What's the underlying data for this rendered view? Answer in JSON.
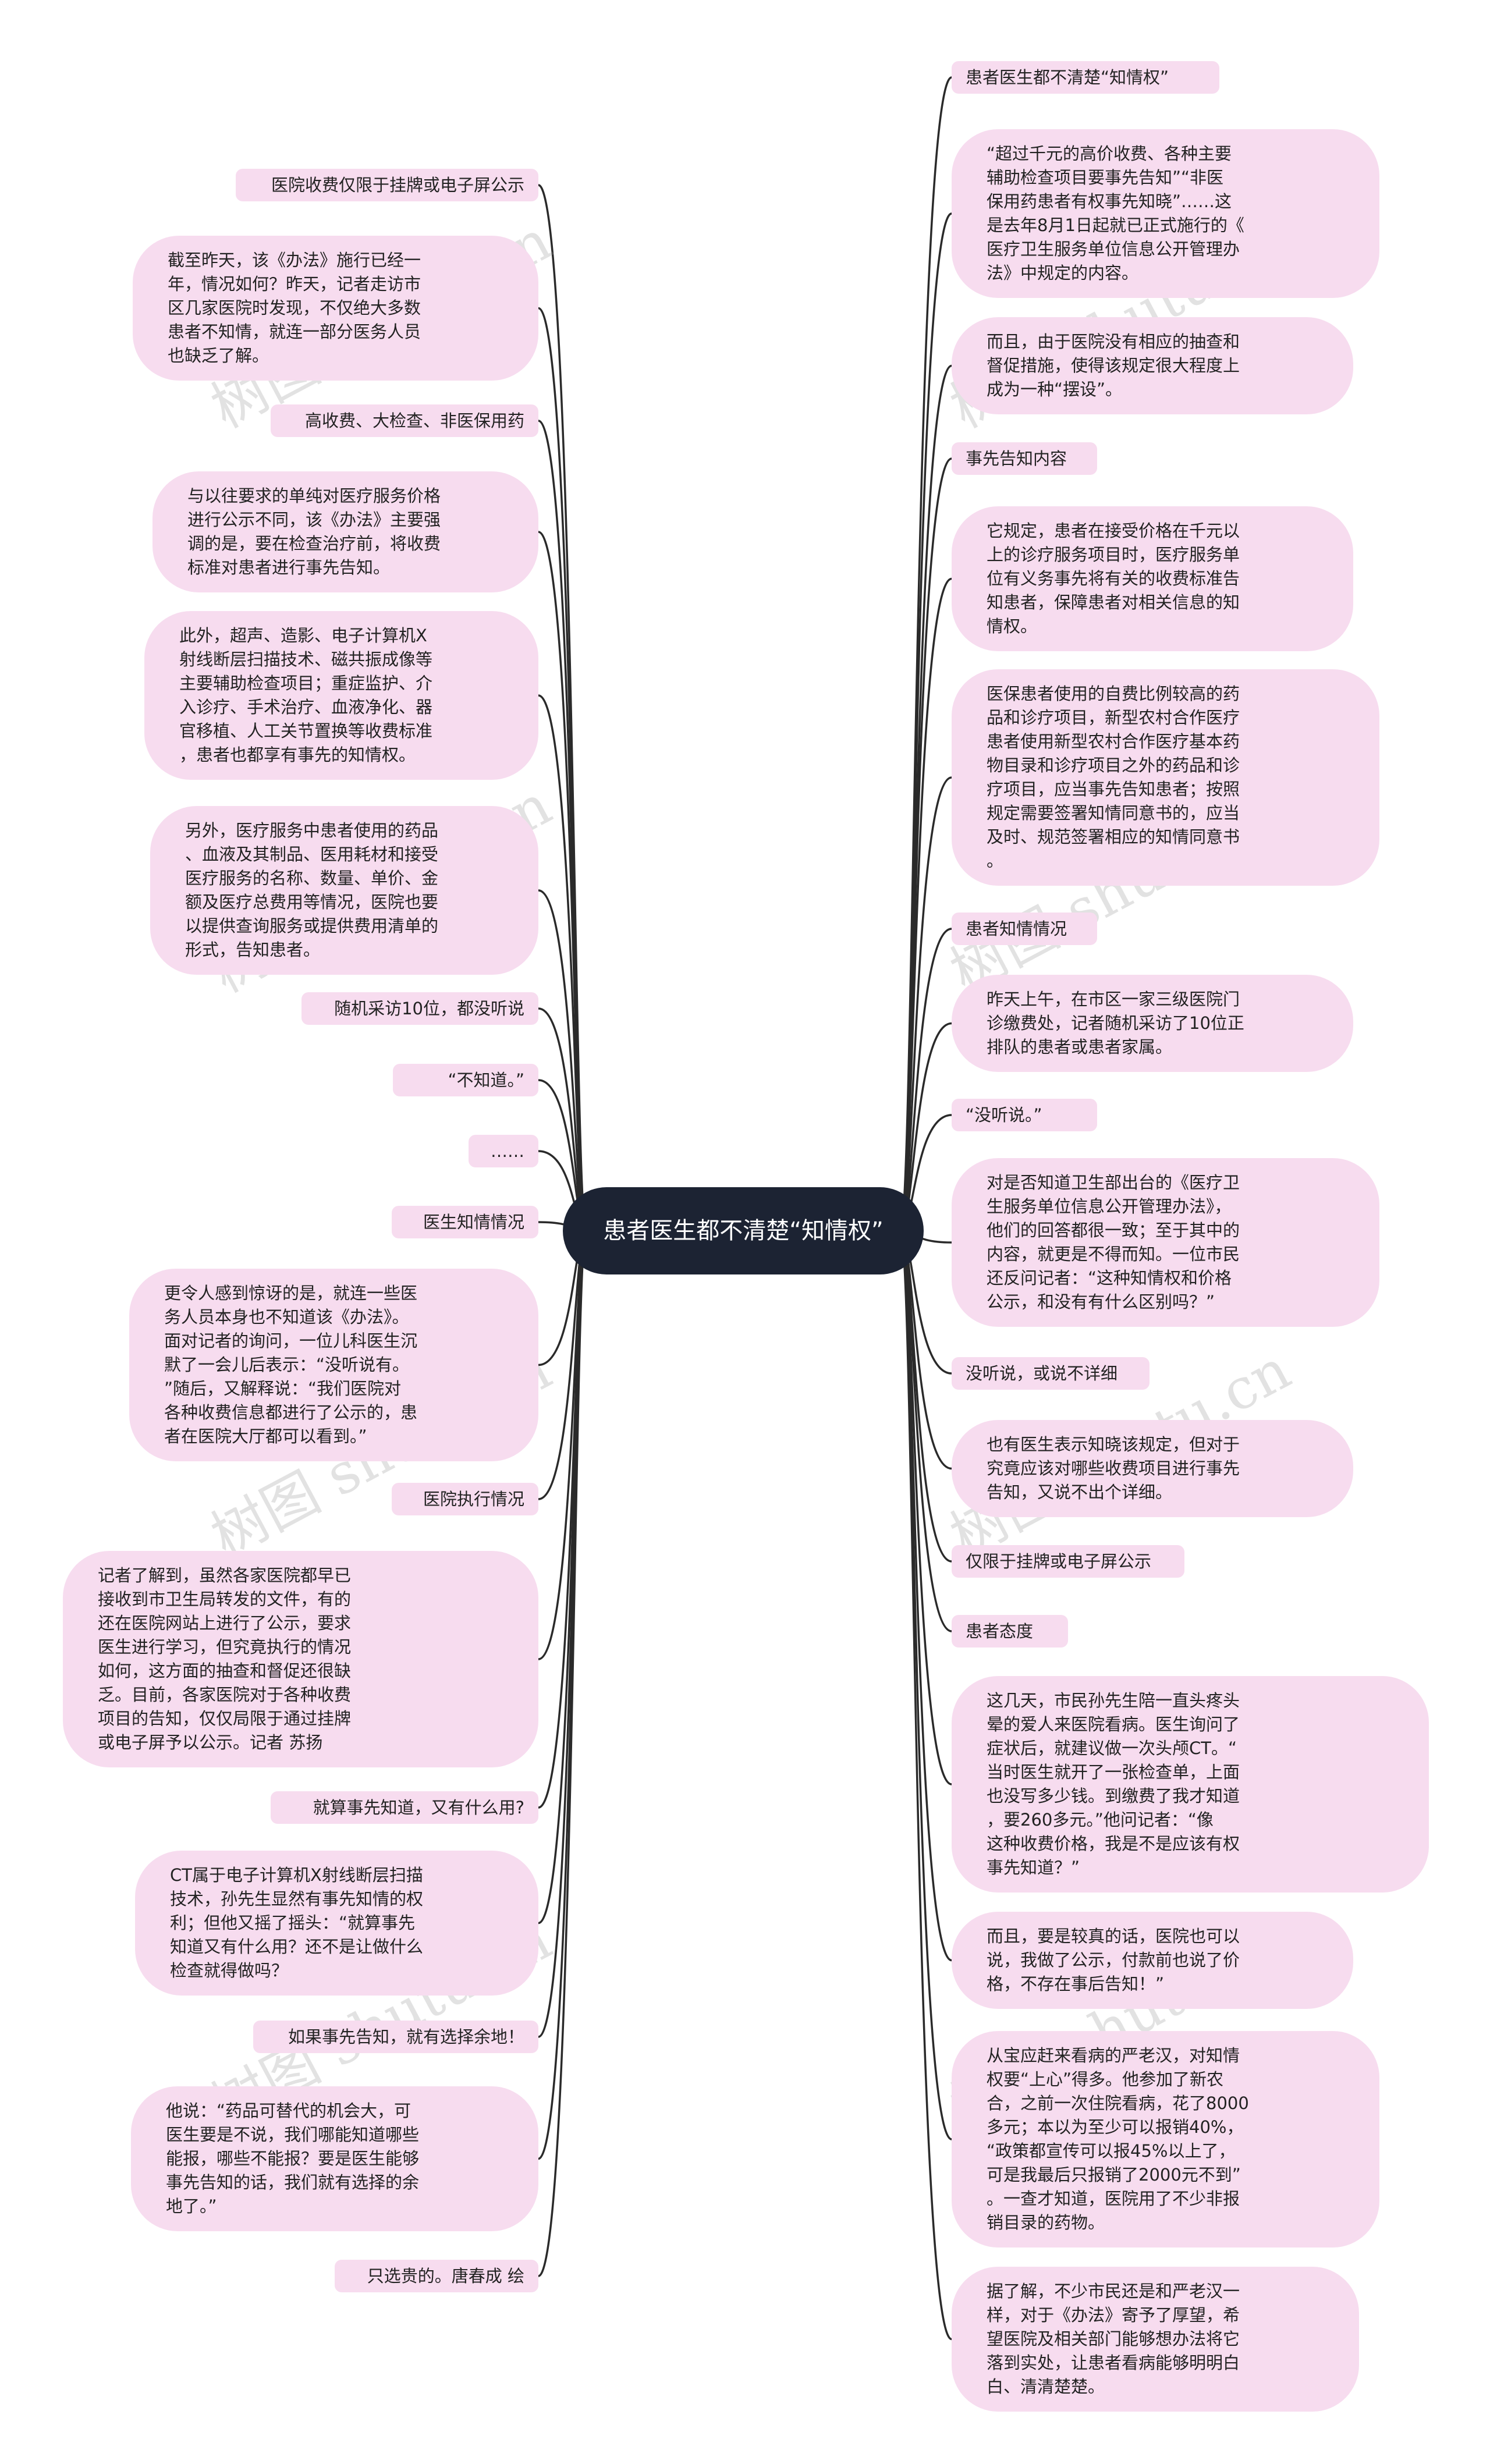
{
  "center": {
    "title": "患者医生都不清楚“知情权”"
  },
  "watermark": "树图 shutu.cn",
  "colors": {
    "node_fill": "#f7dcef",
    "center_fill": "#1c2333",
    "line": "#2a2a2a"
  },
  "left_nodes": [
    "医院收费仅限于挂牌或电子屏公示",
    "截至昨天，该《办法》施行已经一\n年，情况如何？昨天，记者走访市\n区几家医院时发现，不仅绝大多数\n患者不知情，就连一部分医务人员\n也缺乏了解。",
    "高收费、大检查、非医保用药",
    "与以往要求的单纯对医疗服务价格\n进行公示不同，该《办法》主要强\n调的是，要在检查治疗前，将收费\n标准对患者进行事先告知。",
    "此外，超声、造影、电子计算机X\n射线断层扫描技术、磁共振成像等\n主要辅助检查项目；重症监护、介\n入诊疗、手术治疗、血液净化、器\n官移植、人工关节置换等收费标准\n，患者也都享有事先的知情权。",
    "另外，医疗服务中患者使用的药品\n、血液及其制品、医用耗材和接受\n医疗服务的名称、数量、单价、金\n额及医疗总费用等情况，医院也要\n以提供查询服务或提供费用清单的\n形式，告知患者。",
    "随机采访10位，都没听说",
    "“不知道。”",
    "……",
    "医生知情情况",
    "更令人感到惊讶的是，就连一些医\n务人员本身也不知道该《办法》。\n面对记者的询问，一位儿科医生沉\n默了一会儿后表示：“没听说有。\n”随后，又解释说：“我们医院对\n各种收费信息都进行了公示的，患\n者在医院大厅都可以看到。”",
    "医院执行情况",
    "记者了解到，虽然各家医院都早已\n接收到市卫生局转发的文件，有的\n还在医院网站上进行了公示，要求\n医生进行学习，但究竟执行的情况\n如何，这方面的抽查和督促还很缺\n乏。目前，各家医院对于各种收费\n项目的告知，仅仅局限于通过挂牌\n或电子屏予以公示。记者 苏扬",
    "就算事先知道，又有什么用?",
    "CT属于电子计算机X射线断层扫描\n技术，孙先生显然有事先知情的权\n利；但他又摇了摇头：“就算事先\n知道又有什么用？还不是让做什么\n检查就得做吗？",
    "如果事先告知，就有选择余地！",
    "他说：“药品可替代的机会大，可\n医生要是不说，我们哪能知道哪些\n能报，哪些不能报？要是医生能够\n事先告知的话，我们就有选择的余\n地了。”",
    "只选贵的。唐春成 绘"
  ],
  "right_nodes": [
    "患者医生都不清楚“知情权”",
    "“超过千元的高价收费、各种主要\n辅助检查项目要事先告知”“非医\n保用药患者有权事先知晓”……这\n是去年8月1日起就已正式施行的《\n医疗卫生服务单位信息公开管理办\n法》中规定的内容。",
    "而且，由于医院没有相应的抽查和\n督促措施，使得该规定很大程度上\n成为一种“摆设”。",
    "事先告知内容",
    "它规定，患者在接受价格在千元以\n上的诊疗服务项目时，医疗服务单\n位有义务事先将有关的收费标准告\n知患者，保障患者对相关信息的知\n情权。",
    "医保患者使用的自费比例较高的药\n品和诊疗项目，新型农村合作医疗\n患者使用新型农村合作医疗基本药\n物目录和诊疗项目之外的药品和诊\n疗项目，应当事先告知患者；按照\n规定需要签署知情同意书的，应当\n及时、规范签署相应的知情同意书\n。",
    "患者知情情况",
    "昨天上午，在市区一家三级医院门\n诊缴费处，记者随机采访了10位正\n排队的患者或患者家属。",
    "“没听说。”",
    "对是否知道卫生部出台的《医疗卫\n生服务单位信息公开管理办法》，\n他们的回答都很一致；至于其中的\n内容，就更是不得而知。一位市民\n还反问记者：“这种知情权和价格\n公示，和没有有什么区别吗？”",
    "没听说，或说不详细",
    "也有医生表示知晓该规定，但对于\n究竟应该对哪些收费项目进行事先\n告知，又说不出个详细。",
    "仅限于挂牌或电子屏公示",
    "患者态度",
    "这几天，市民孙先生陪一直头疼头\n晕的爱人来医院看病。医生询问了\n症状后，就建议做一次头颅CT。“\n当时医生就开了一张检查单，上面\n也没写多少钱。到缴费了我才知道\n，要260多元。”他问记者：“像\n这种收费价格，我是不是应该有权\n事先知道？”",
    "而且，要是较真的话，医院也可以\n说，我做了公示，付款前也说了价\n格，不存在事后告知！”",
    "从宝应赶来看病的严老汉，对知情\n权要“上心”得多。他参加了新农\n合，之前一次住院看病，花了8000\n多元；本以为至少可以报销40%，\n“政策都宣传可以报45%以上了，\n可是我最后只报销了2000元不到”\n。一查才知道，医院用了不少非报\n销目录的药物。",
    "据了解，不少市民还是和严老汉一\n样，对于《办法》寄予了厚望，希\n望医院及相关部门能够想办法将它\n落到实处，让患者看病能够明明白\n白、清清楚楚。"
  ]
}
